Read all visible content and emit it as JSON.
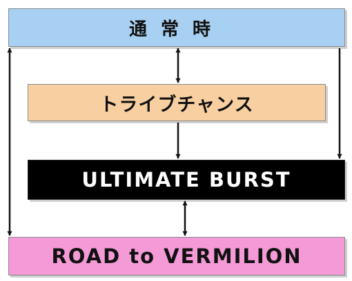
{
  "colors": {
    "normal_fill": "#a8d0f2",
    "chance_fill": "#f8cfa0",
    "ultimate_fill": "#000000",
    "road_fill": "#f49ad6",
    "arrow": "#111111"
  },
  "states": {
    "normal": "通常時",
    "tribe_chance": "トライブチャンス",
    "ultimate_burst": "ULTIMATE BURST",
    "road_to_vermilion": "ROAD to VERMILION"
  }
}
